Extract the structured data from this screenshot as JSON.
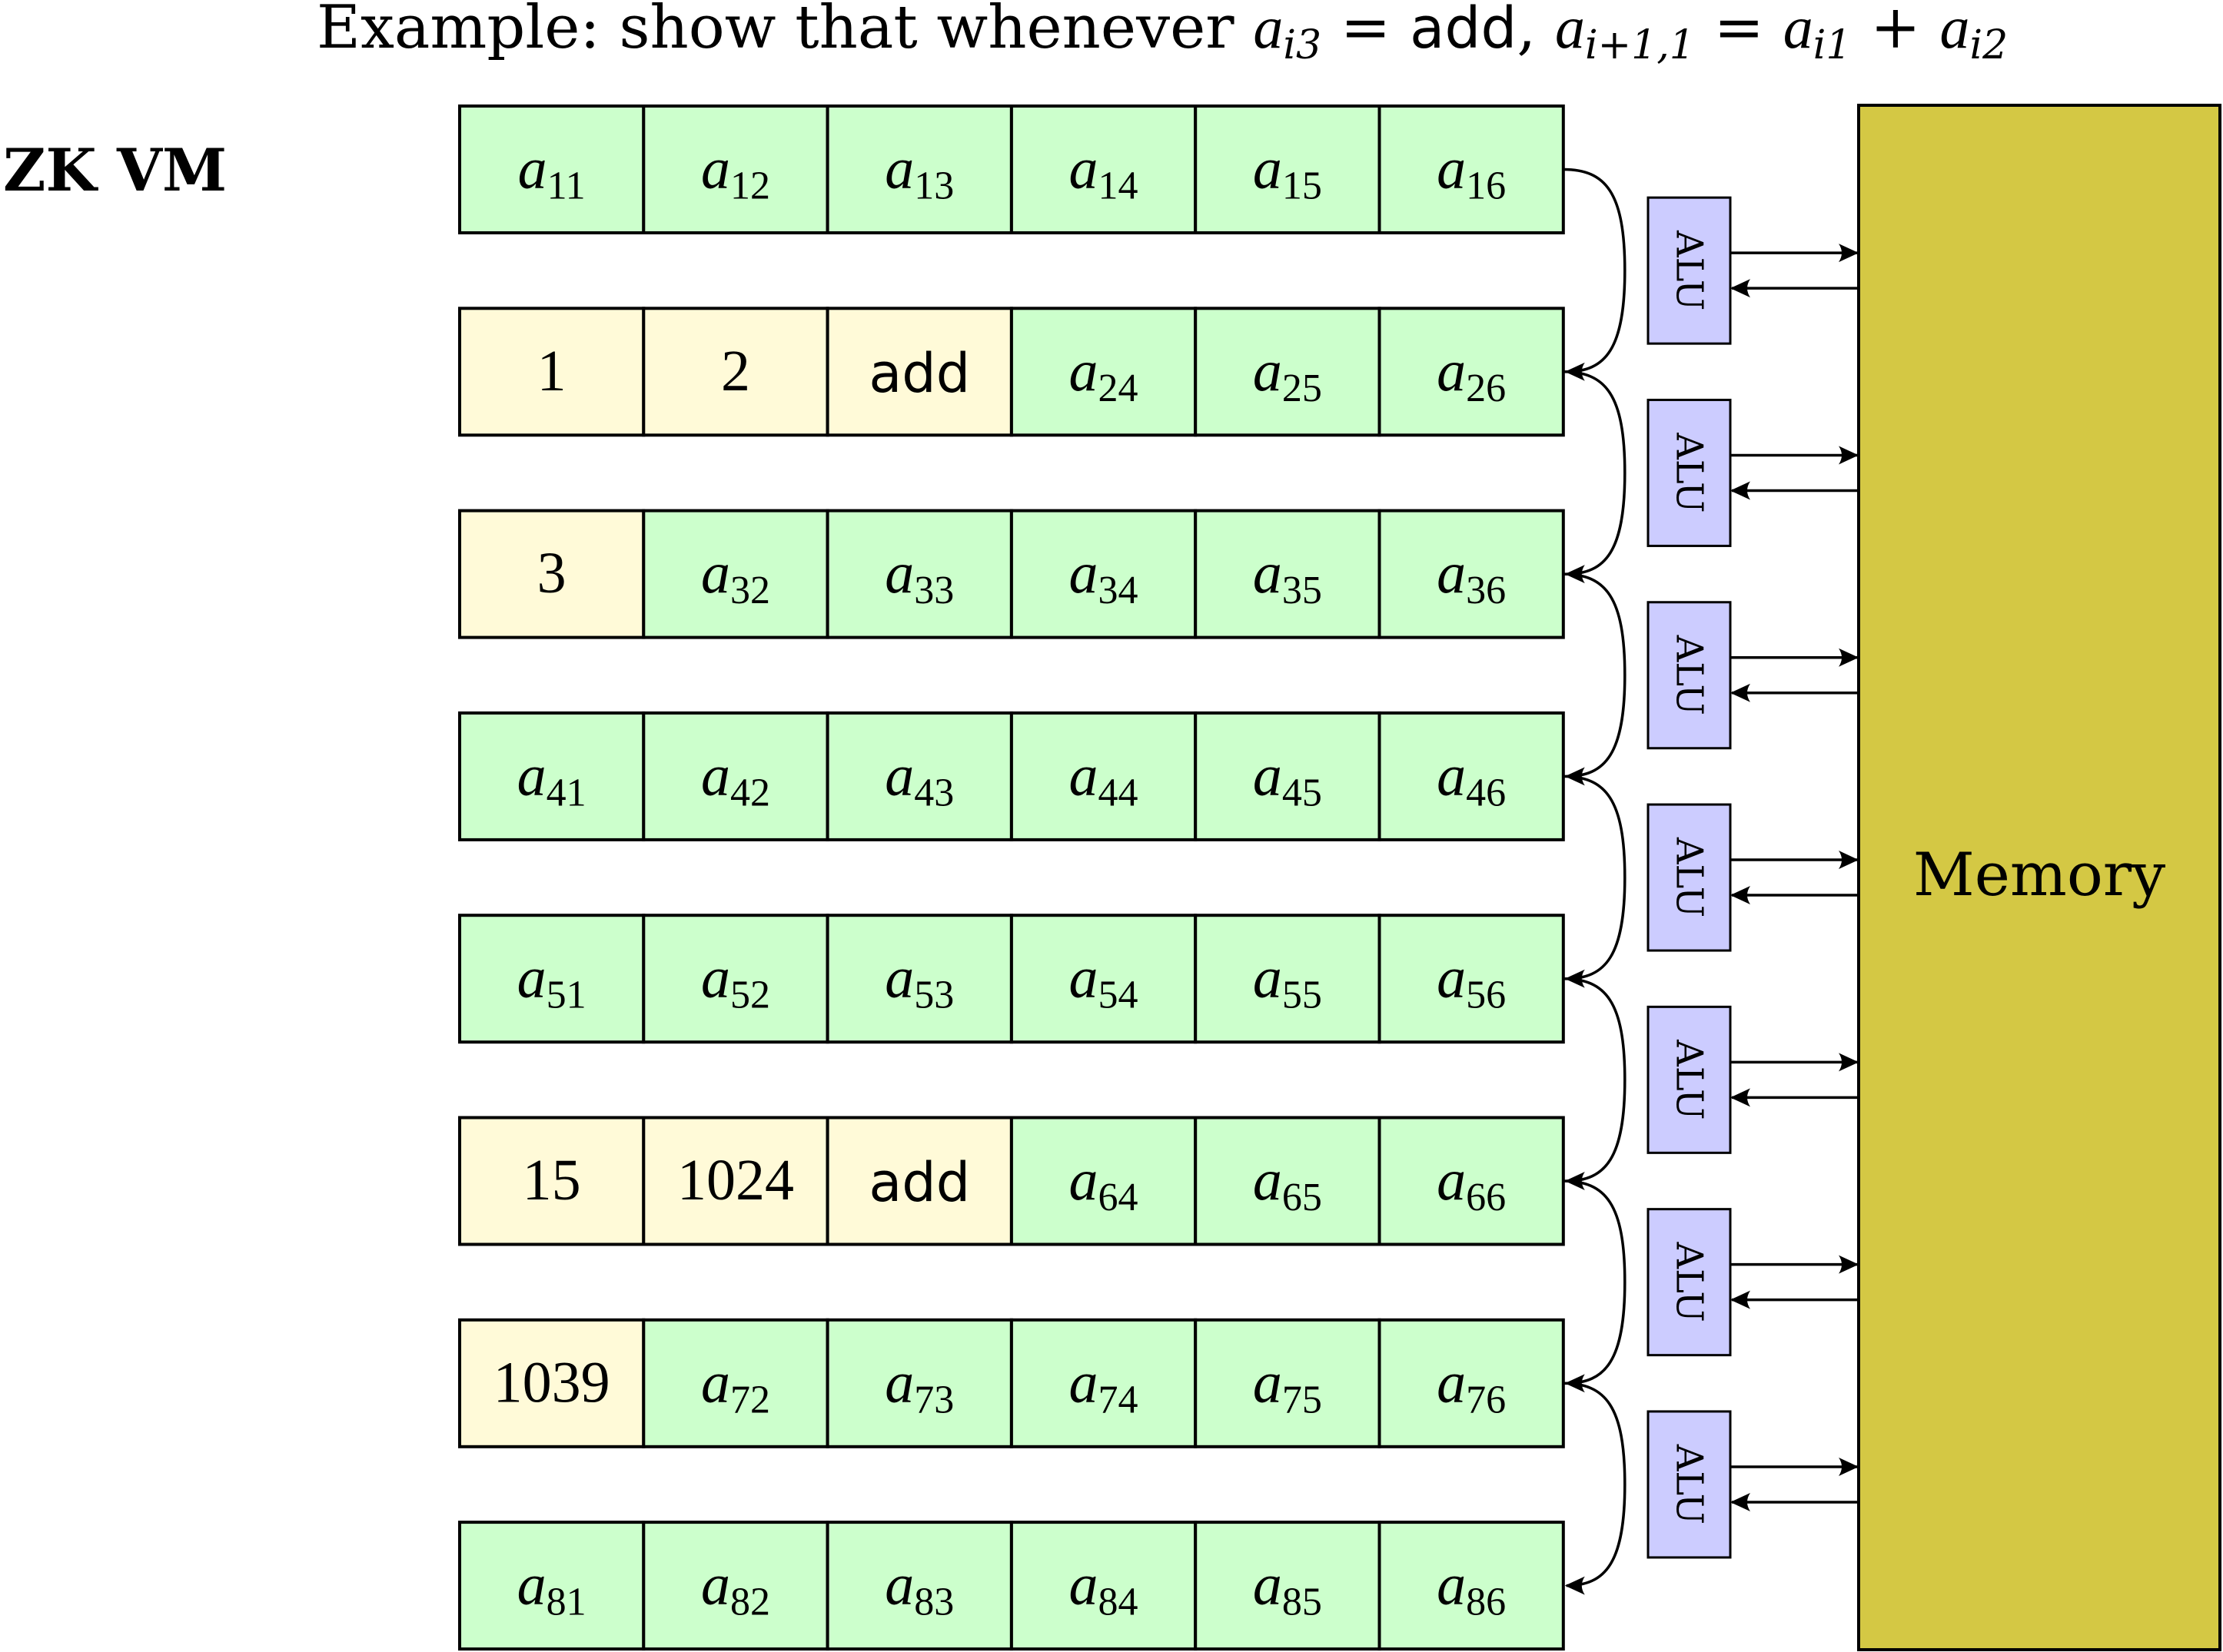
{
  "title": {
    "prefix": "Example: show that whenever ",
    "cond_var": "a",
    "cond_sub": "i3",
    "cond_eq": " = ",
    "cond_op": "add",
    "comma": ", ",
    "lhs_var": "a",
    "lhs_sub": "i+1,1",
    "eq": " = ",
    "r1_var": "a",
    "r1_sub": "i1",
    "plus": " + ",
    "r2_var": "a",
    "r2_sub": "i2"
  },
  "vm_label": "ZK VM",
  "colors": {
    "green_cell": "#ccffcc",
    "yellow_cell": "#fffad8",
    "alu": "#ccccff",
    "memory": "#d4c844"
  },
  "rows": [
    [
      {
        "kind": "var",
        "var": "a",
        "sub": "11"
      },
      {
        "kind": "var",
        "var": "a",
        "sub": "12"
      },
      {
        "kind": "var",
        "var": "a",
        "sub": "13"
      },
      {
        "kind": "var",
        "var": "a",
        "sub": "14"
      },
      {
        "kind": "var",
        "var": "a",
        "sub": "15"
      },
      {
        "kind": "var",
        "var": "a",
        "sub": "16"
      }
    ],
    [
      {
        "kind": "value",
        "text": "1"
      },
      {
        "kind": "value",
        "text": "2"
      },
      {
        "kind": "op",
        "text": "add"
      },
      {
        "kind": "var",
        "var": "a",
        "sub": "24"
      },
      {
        "kind": "var",
        "var": "a",
        "sub": "25"
      },
      {
        "kind": "var",
        "var": "a",
        "sub": "26"
      }
    ],
    [
      {
        "kind": "value",
        "text": "3"
      },
      {
        "kind": "var",
        "var": "a",
        "sub": "32"
      },
      {
        "kind": "var",
        "var": "a",
        "sub": "33"
      },
      {
        "kind": "var",
        "var": "a",
        "sub": "34"
      },
      {
        "kind": "var",
        "var": "a",
        "sub": "35"
      },
      {
        "kind": "var",
        "var": "a",
        "sub": "36"
      }
    ],
    [
      {
        "kind": "var",
        "var": "a",
        "sub": "41"
      },
      {
        "kind": "var",
        "var": "a",
        "sub": "42"
      },
      {
        "kind": "var",
        "var": "a",
        "sub": "43"
      },
      {
        "kind": "var",
        "var": "a",
        "sub": "44"
      },
      {
        "kind": "var",
        "var": "a",
        "sub": "45"
      },
      {
        "kind": "var",
        "var": "a",
        "sub": "46"
      }
    ],
    [
      {
        "kind": "var",
        "var": "a",
        "sub": "51"
      },
      {
        "kind": "var",
        "var": "a",
        "sub": "52"
      },
      {
        "kind": "var",
        "var": "a",
        "sub": "53"
      },
      {
        "kind": "var",
        "var": "a",
        "sub": "54"
      },
      {
        "kind": "var",
        "var": "a",
        "sub": "55"
      },
      {
        "kind": "var",
        "var": "a",
        "sub": "56"
      }
    ],
    [
      {
        "kind": "value",
        "text": "15"
      },
      {
        "kind": "value",
        "text": "1024"
      },
      {
        "kind": "op",
        "text": "add"
      },
      {
        "kind": "var",
        "var": "a",
        "sub": "64"
      },
      {
        "kind": "var",
        "var": "a",
        "sub": "65"
      },
      {
        "kind": "var",
        "var": "a",
        "sub": "66"
      }
    ],
    [
      {
        "kind": "value",
        "text": "1039"
      },
      {
        "kind": "var",
        "var": "a",
        "sub": "72"
      },
      {
        "kind": "var",
        "var": "a",
        "sub": "73"
      },
      {
        "kind": "var",
        "var": "a",
        "sub": "74"
      },
      {
        "kind": "var",
        "var": "a",
        "sub": "75"
      },
      {
        "kind": "var",
        "var": "a",
        "sub": "76"
      }
    ],
    [
      {
        "kind": "var",
        "var": "a",
        "sub": "81"
      },
      {
        "kind": "var",
        "var": "a",
        "sub": "82"
      },
      {
        "kind": "var",
        "var": "a",
        "sub": "83"
      },
      {
        "kind": "var",
        "var": "a",
        "sub": "84"
      },
      {
        "kind": "var",
        "var": "a",
        "sub": "85"
      },
      {
        "kind": "var",
        "var": "a",
        "sub": "86"
      }
    ]
  ],
  "alus": [
    "ALU",
    "ALU",
    "ALU",
    "ALU",
    "ALU",
    "ALU",
    "ALU"
  ],
  "memory_label": "Memory"
}
